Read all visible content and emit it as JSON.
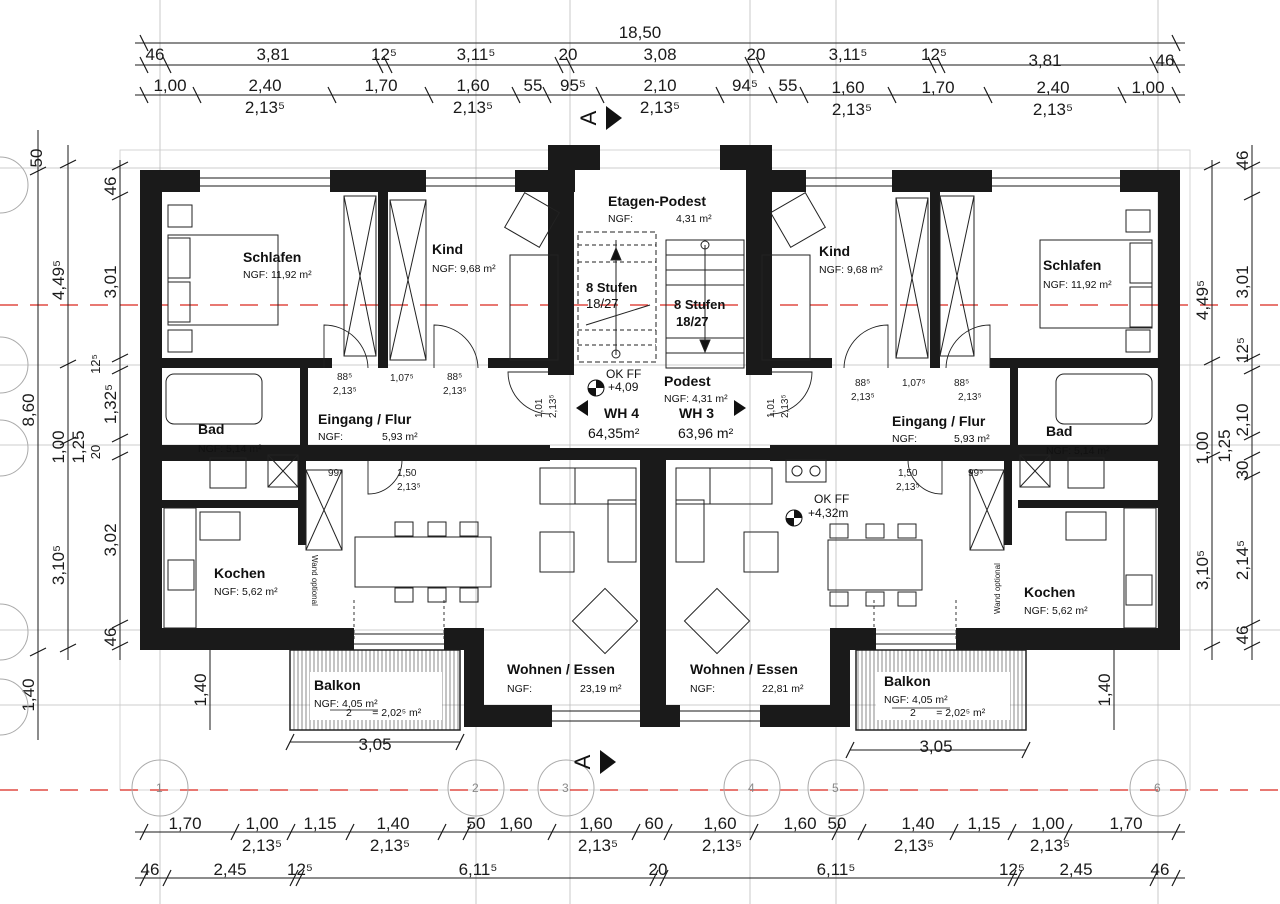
{
  "top_dims": {
    "overall": "18,50",
    "row1": [
      "46",
      "3,81",
      "12⁵",
      "3,11⁵",
      "20",
      "3,08",
      "20",
      "3,11⁵",
      "12⁵",
      "3,81",
      "46"
    ],
    "row2": [
      "1,00",
      "2,40",
      "1,70",
      "1,60",
      "55",
      "95⁵",
      "2,10",
      "94⁵",
      "55",
      "1,60",
      "1,70",
      "2,40",
      "1,00"
    ],
    "row2b": [
      "2,13⁵",
      "2,13⁵",
      "2,13⁵",
      "2,13⁵",
      "2,13⁵"
    ]
  },
  "bottom_dims": {
    "row1": [
      "1,70",
      "1,00",
      "1,15",
      "1,40",
      "50",
      "1,60",
      "1,60",
      "60",
      "1,60",
      "1,60",
      "50",
      "1,40",
      "1,15",
      "1,00",
      "1,70"
    ],
    "row1b": [
      "2,13⁵",
      "2,13⁵",
      "2,13⁵",
      "2,13⁵",
      "2,13⁵",
      "2,13⁵"
    ],
    "row2": [
      "46",
      "2,45",
      "12⁵",
      "6,11⁵",
      "20",
      "6,11⁵",
      "12⁵",
      "2,45",
      "46"
    ]
  },
  "left_dims": {
    "total": "8,60",
    "outer": [
      "50",
      "4,49⁵",
      "3,10⁵",
      "1,40"
    ],
    "inner": [
      "46",
      "3,01",
      "12⁵",
      "1,32⁵",
      "1,00",
      "1,25",
      "20",
      "3,02",
      "46"
    ]
  },
  "right_dims": {
    "outer": [
      "4,49⁵",
      "1,25",
      "3,10⁵"
    ],
    "inner": [
      "46",
      "3,01",
      "12⁵",
      "2,10",
      "1,00",
      "30",
      "2,14⁵",
      "46"
    ]
  },
  "axes": [
    "1",
    "2",
    "3",
    "4",
    "5",
    "6"
  ],
  "section_mark": "A",
  "units": [
    {
      "name": "WH 4",
      "area": "64,35m²"
    },
    {
      "name": "WH 3",
      "area": "63,96 m²"
    }
  ],
  "rooms": {
    "schlafen_l": {
      "name": "Schlafen",
      "ngf": "NGF: 11,92 m²"
    },
    "kind_l": {
      "name": "Kind",
      "ngf": "NGF: 9,68 m²"
    },
    "etagen_podest": {
      "name": "Etagen-Podest",
      "ngf_label": "NGF:",
      "ngf_value": "4,31 m²"
    },
    "kind_r": {
      "name": "Kind",
      "ngf": "NGF: 9,68 m²"
    },
    "schlafen_r": {
      "name": "Schlafen",
      "ngf": "NGF: 11,92 m²"
    },
    "bad_l": {
      "name": "Bad",
      "ngf": "NGF: 5,14 m²"
    },
    "flur_l": {
      "name": "Eingang / Flur",
      "ngf_label": "NGF:",
      "ngf_value": "5,93 m²"
    },
    "podest": {
      "name": "Podest",
      "ngf": "NGF: 4,31 m²"
    },
    "flur_r": {
      "name": "Eingang / Flur",
      "ngf_label": "NGF:",
      "ngf_value": "5,93 m²"
    },
    "bad_r": {
      "name": "Bad",
      "ngf": "NGF: 5,14 m²"
    },
    "kochen_l": {
      "name": "Kochen",
      "ngf": "NGF: 5,62 m²"
    },
    "kochen_r": {
      "name": "Kochen",
      "ngf": "NGF: 5,62 m²"
    },
    "wohnen_l": {
      "name": "Wohnen / Essen",
      "ngf_label": "NGF:",
      "ngf_value": "23,19 m²"
    },
    "wohnen_r": {
      "name": "Wohnen / Essen",
      "ngf_label": "NGF:",
      "ngf_value": "22,81 m²"
    },
    "balkon_l": {
      "name": "Balkon",
      "ngf": "NGF: 4,05 m²",
      "calc": "2       = 2,02⁵ m²"
    },
    "balkon_r": {
      "name": "Balkon",
      "ngf": "NGF: 4,05 m²",
      "calc": "2       = 2,02⁵ m²"
    }
  },
  "stairs": {
    "flight_l": {
      "steps": "8 Stufen",
      "ratio": "18/27"
    },
    "flight_r": {
      "steps": "8 Stufen",
      "ratio": "18/27"
    }
  },
  "levels": {
    "left": {
      "label": "OK FF",
      "value": "+4,09"
    },
    "right": {
      "label": "OK FF",
      "value": "+4,32m"
    }
  },
  "notes": {
    "wand_optional": "Wand optional"
  },
  "door_labels": {
    "d1": "88⁵",
    "d1b": "2,13⁵",
    "d2": "1,07⁵",
    "d3": "88⁵",
    "d3b": "2,13⁵",
    "d4": "1,01",
    "d4b": "2,13⁵",
    "d5": "1,50",
    "d5b": "2,13⁵",
    "d6": "99⁵",
    "d7": "88⁵",
    "d7b": "2,13⁵",
    "d8": "1,07⁵",
    "d9": "88⁵",
    "d9b": "2,13⁵",
    "d10": "1,01",
    "d10b": "2,13⁵",
    "d11": "1,50",
    "d11b": "2,13⁵",
    "d12": "99⁵"
  },
  "bottom_span": [
    "3,05",
    "3,05"
  ],
  "balkon_height": [
    "1,40",
    "1,40"
  ]
}
